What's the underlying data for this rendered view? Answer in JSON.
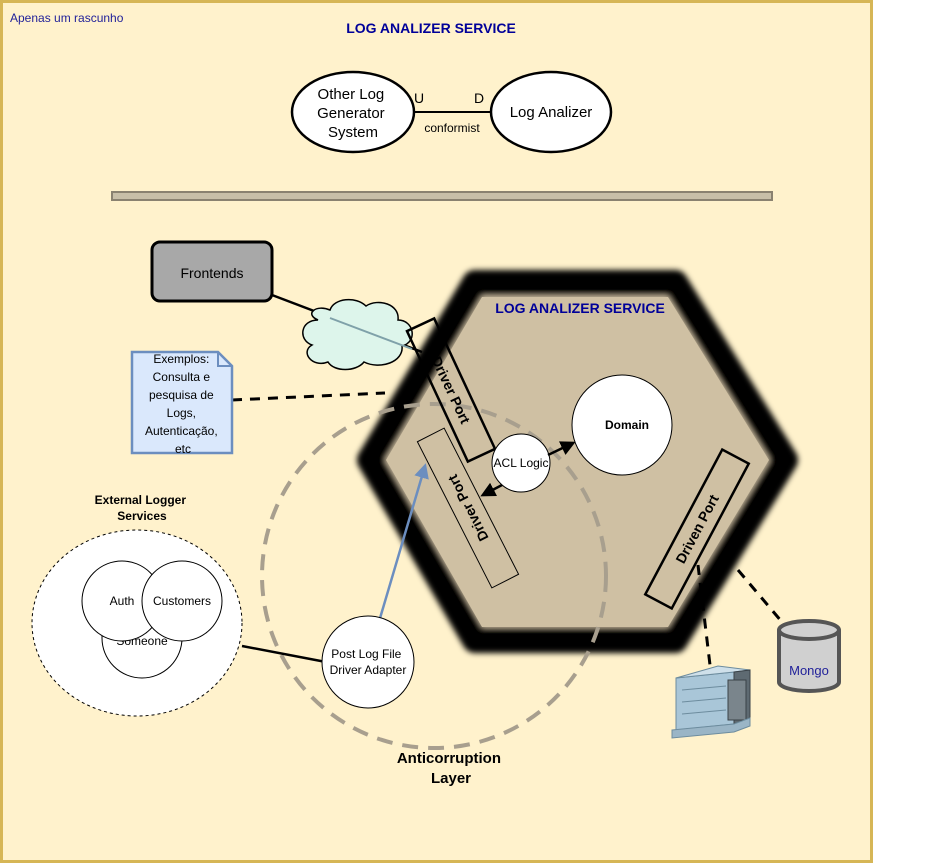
{
  "note": "Apenas um rascunho",
  "title_top": "LOG ANALIZER SERVICE",
  "context_map": {
    "upstream_system": [
      "Other Log",
      "Generator",
      "System"
    ],
    "downstream_system": "Log Analizer",
    "upstream_marker": "U",
    "downstream_marker": "D",
    "relationship": "conformist"
  },
  "hexagon_title": "LOG ANALIZER SERVICE",
  "frontends": "Frontends",
  "examples_note": [
    "Exemplos:",
    "Consulta e",
    "pesquisa de",
    "Logs,",
    "Autenticação,",
    "etc"
  ],
  "driver_port_1": "Driver Port",
  "driver_port_2": "Driver Port",
  "driven_port": "Driven Port",
  "domain": "Domain",
  "acl_logic": "ACL Logic",
  "external_logger": {
    "title": [
      "External Logger",
      "Services"
    ],
    "someone": "Someone",
    "auth": "Auth",
    "customers": "Customers"
  },
  "adapter": [
    "Post Log File",
    "Driver Adapter"
  ],
  "mongo": "Mongo",
  "acl_label": [
    "Anticorruption",
    "Layer"
  ],
  "colors": {
    "background_panel": "#fff2cc",
    "panel_border": "#d6b656",
    "hexagon_fill": "#cfc0a3",
    "title_blue": "#000099",
    "note_fill": "#dae8fc",
    "note_border": "#6c8ebf",
    "cloud_fill": "#ddf5eb",
    "frontend_fill": "#a8a8a8",
    "arrow_blue": "#6c8ebf",
    "dashed_gray": "#a89f8e"
  }
}
